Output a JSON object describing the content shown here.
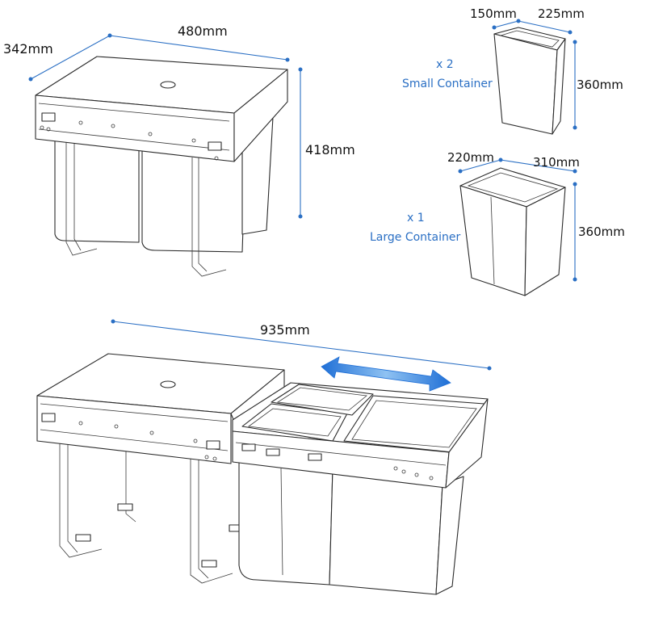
{
  "dimensions": {
    "unit_depth": "342mm",
    "unit_width": "480mm",
    "unit_height": "418mm",
    "small_width": "150mm",
    "small_depth": "225mm",
    "small_height": "360mm",
    "large_width": "220mm",
    "large_depth": "310mm",
    "large_height": "360mm",
    "extended_length": "935mm"
  },
  "containers": {
    "small_count": "x 2",
    "small_label": "Small Container",
    "large_count": "x 1",
    "large_label": "Large Container"
  },
  "colors": {
    "accent": "#2a6fc4",
    "ink": "#2a2a2a",
    "arrow": "#1f6fd6"
  },
  "icons": {
    "slide_arrow": "double-headed-arrow-icon"
  }
}
